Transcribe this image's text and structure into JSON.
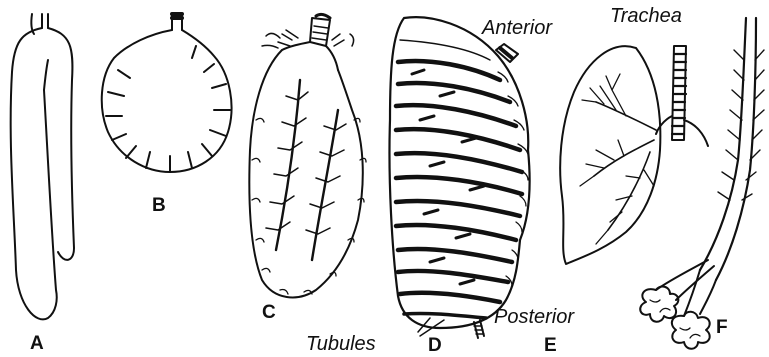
{
  "figure": {
    "labels": {
      "a": "A",
      "b": "B",
      "c": "C",
      "d": "D",
      "e": "E",
      "f": "F"
    },
    "annotations": {
      "anterior": "Anterior",
      "trachea": "Trachea",
      "posterior": "Posterior",
      "tubules": "Tubules"
    },
    "colors": {
      "ink": "#111111",
      "paper": "#ffffff"
    }
  }
}
